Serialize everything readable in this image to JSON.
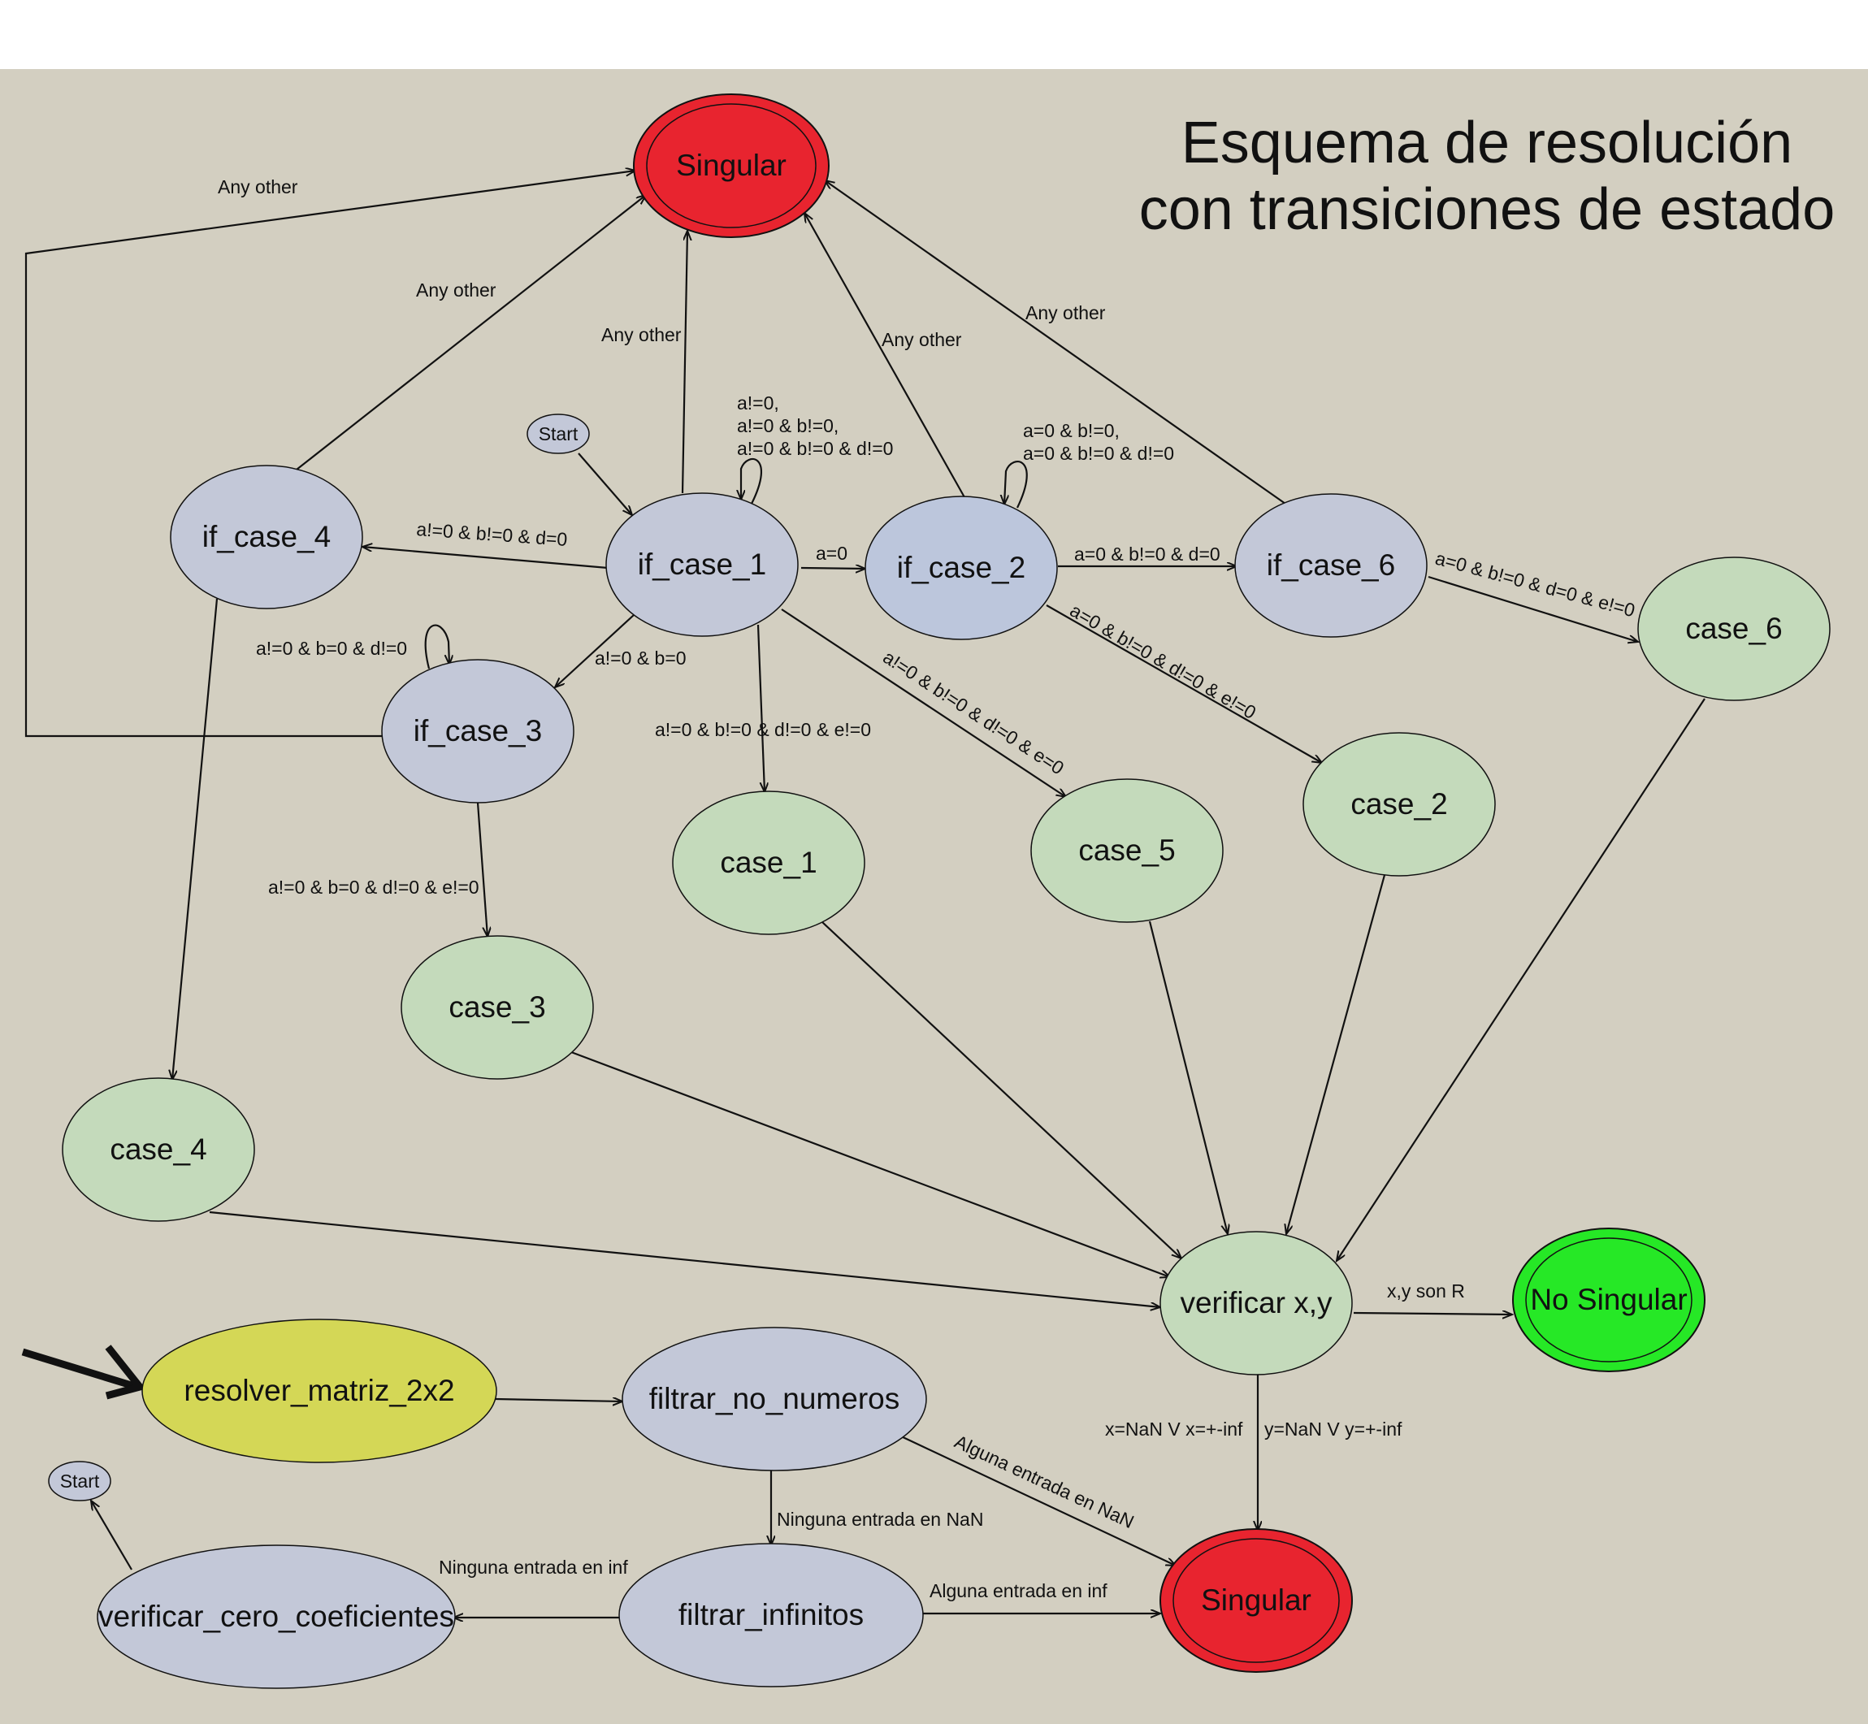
{
  "title": {
    "line1": "Esquema de resolución",
    "line2": "con transiciones de estado"
  },
  "colors": {
    "background": "#d3cfc1",
    "condition_node": "#c3c8d8",
    "case_node": "#c4dabb",
    "singular_fill": "#e8242f",
    "no_singular_fill": "#26e826",
    "entry_node": "#d4d756",
    "start_node": "#c3c8d8"
  },
  "nodes": {
    "singular_top": "Singular",
    "if_case_1": "if_case_1",
    "if_case_2": "if_case_2",
    "if_case_3": "if_case_3",
    "if_case_4": "if_case_4",
    "if_case_6": "if_case_6",
    "case_1": "case_1",
    "case_2": "case_2",
    "case_3": "case_3",
    "case_4": "case_4",
    "case_5": "case_5",
    "case_6": "case_6",
    "verificar_xy": "verificar x,y",
    "no_singular": "No Singular",
    "resolver": "resolver_matriz_2x2",
    "filtrar_no_numeros": "filtrar_no_numeros",
    "filtrar_infinitos": "filtrar_infinitos",
    "verificar_cero": "verificar_cero_coeficientes",
    "singular_bottom": "Singular",
    "start_top": "Start",
    "start_bottom": "Start"
  },
  "edge_labels": {
    "any_other_far": "Any other",
    "any_other_ifcase4": "Any other",
    "any_other_ifcase1": "Any other",
    "any_other_ifcase2": "Any other",
    "any_other_ifcase6": "Any other",
    "self_ifcase1_l1": "a!=0,",
    "self_ifcase1_l2": "a!=0 & b!=0,",
    "self_ifcase1_l3": "a!=0 & b!=0 & d!=0",
    "self_ifcase2_l1": "a=0 & b!=0,",
    "self_ifcase2_l2": "a=0 & b!=0 & d!=0",
    "ifcase1_to_ifcase4": "a!=0 & b!=0 & d=0",
    "ifcase1_to_ifcase2": "a=0",
    "ifcase2_to_ifcase6": "a=0 & b!=0 & d=0",
    "ifcase6_to_case6": "a=0 & b!=0 & d=0 & e!=0",
    "ifcase2_to_case2": "a=0 & b!=0 & d!=0 & e!=0",
    "ifcase1_to_case5": "a!=0 & b!=0 & d!=0 & e=0",
    "ifcase1_to_case1": "a!=0 & b!=0 & d!=0 & e!=0",
    "ifcase1_to_ifcase3": "a!=0 & b=0",
    "self_ifcase3": "a!=0 & b=0 & d!=0",
    "ifcase3_to_case3": "a!=0 & b=0 & d!=0 & e!=0",
    "xy_to_nosingular": "x,y son R",
    "xy_nan_x": "x=NaN V x=+-inf",
    "xy_nan_y": "y=NaN V y=+-inf",
    "nonum_to_singular": "Alguna entrada en NaN",
    "nonum_to_infinitos": "Ninguna entrada en NaN",
    "infinitos_to_singular": "Alguna entrada en inf",
    "infinitos_to_verificar": "Ninguna entrada en inf"
  }
}
